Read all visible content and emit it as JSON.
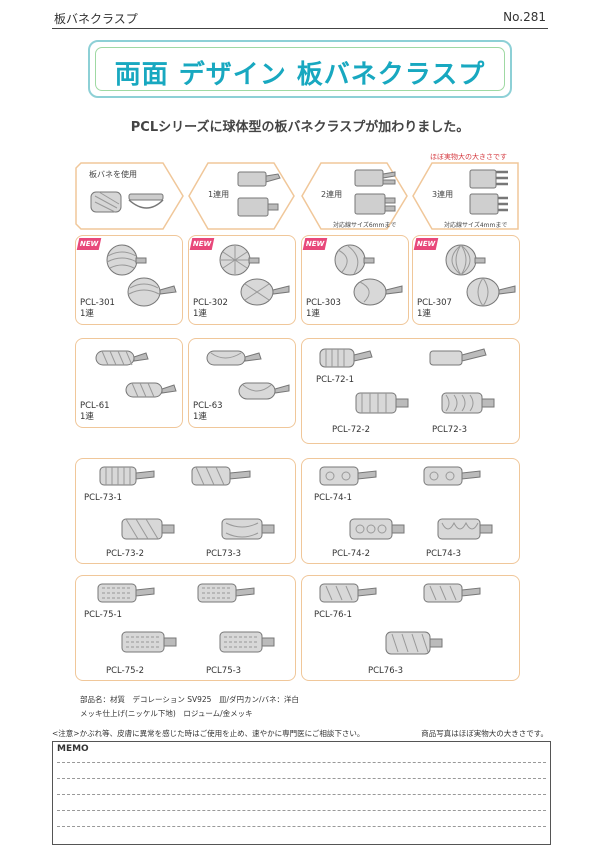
{
  "header": {
    "title": "板バネクラスプ",
    "number": "No.281"
  },
  "banner": {
    "title": "両面 デザイン 板バネクラスプ"
  },
  "subtitle": "PCLシリーズに球体型の板バネクラスプが加わりました。",
  "top_row": {
    "spring_label": "板バネを使用",
    "single_label": "1連用",
    "double_label": "2連用",
    "triple_label": "3連用",
    "double_note": "対応線サイズ6mmまで",
    "triple_note": "対応線サイズ4mmまで",
    "actual_size": "ほぼ実物大の大きさです"
  },
  "new_badge": "NEW",
  "ball_items": [
    {
      "code": "PCL-301",
      "strands": "1連"
    },
    {
      "code": "PCL-302",
      "strands": "1連"
    },
    {
      "code": "PCL-303",
      "strands": "1連"
    },
    {
      "code": "PCL-307",
      "strands": "1連"
    }
  ],
  "row3": {
    "pcl61": {
      "code": "PCL-61",
      "strands": "1連"
    },
    "pcl63": {
      "code": "PCL-63",
      "strands": "1連"
    },
    "pcl72": [
      "PCL-72-1",
      "PCL-72-2",
      "PCL72-3"
    ]
  },
  "row4": {
    "pcl73": [
      "PCL-73-1",
      "PCL-73-2",
      "PCL73-3"
    ],
    "pcl74": [
      "PCL-74-1",
      "PCL-74-2",
      "PCL74-3"
    ]
  },
  "row5": {
    "pcl75": [
      "PCL-75-1",
      "PCL-75-2",
      "PCL75-3"
    ],
    "pcl76": [
      "PCL-76-1",
      "PCL76-3"
    ]
  },
  "specs": {
    "line1": "部品名：材質　デコレーション SV925　皿/ダ円カン/バネ：洋白",
    "line2": "メッキ仕上げ(ニッケル下地)　ロジューム/金メッキ"
  },
  "notice": {
    "left": "<注意>かぶれ等、皮膚に異常を感じた時はご使用を止め、速やかに専門医にご相談下さい。",
    "right": "商品写真はほぼ実物大の大きさです。"
  },
  "memo": {
    "label": "MEMO"
  },
  "colors": {
    "accent": "#18a8c0",
    "panel_border": "#f0c79a",
    "badge": "#e8487a",
    "note_red": "#d53a40"
  }
}
